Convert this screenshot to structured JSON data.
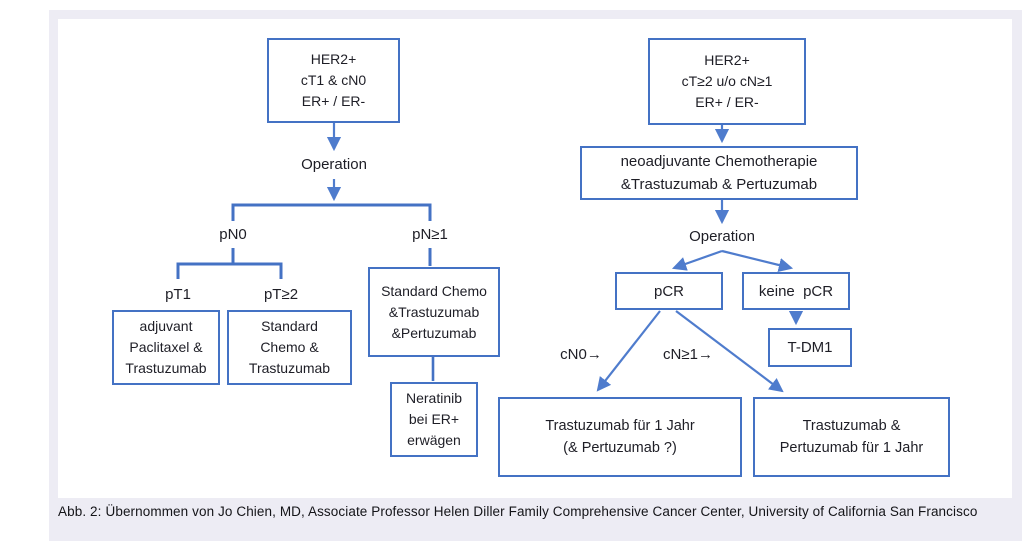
{
  "figure_caption": {
    "label": "Abb. 2:",
    "text": "Übernommen von Jo Chien, MD, Associate Professor Helen Diller Family Comprehensive Cancer Center, University of California San Francisco"
  },
  "colors": {
    "panel_bg": "#edecf4",
    "canvas_bg": "#ffffff",
    "box_border": "#4472c4",
    "connector_blue": "#4f7ccd",
    "text": "#1e1e26"
  },
  "nodes": {
    "her2_ct1": {
      "text": "HER2+\ncT1 & cN0\nER+ / ER-"
    },
    "adjuvant_paclitaxel": {
      "text": "adjuvant\nPaclitaxel &\nTrastuzumab"
    },
    "standard_chemo": {
      "text": "Standard\nChemo &\nTrastuzumab"
    },
    "standard_chemo_pertuzumab": {
      "text": "Standard Chemo\n&Trastuzumab\n&Pertuzumab"
    },
    "neratinib": {
      "text": "Neratinib\nbei ER+\nerwägen"
    },
    "her2_ct2": {
      "text": "HER2+\ncT≥2 u/o cN≥1\nER+ / ER-"
    },
    "neoadjuvant": {
      "text": "neoadjuvante Chemotherapie\n&Trastuzumab & Pertuzumab"
    },
    "pcr": {
      "text": "pCR"
    },
    "keine_pcr": {
      "text": "keine  pCR"
    },
    "tdm1": {
      "text": "T-DM1"
    },
    "trastuzumab_1_jahr": {
      "text": "Trastuzumab für 1 Jahr\n(& Pertuzumab ?)"
    },
    "trastuzumab_pertuzumab_1_jahr": {
      "text": "Trastuzumab &\nPertuzumab für 1 Jahr"
    }
  },
  "labels": {
    "operation_left": "Operation",
    "operation_right": "Operation",
    "pn0": "pN0",
    "pn_ge1": "pN≥1",
    "pt1": "pT1",
    "pt_ge2": "pT≥2",
    "cn0": "cN0→",
    "cn_ge1": "cN≥1→"
  },
  "edges": [
    {
      "from": "her2_ct1",
      "to": "operation_left",
      "arrow": true
    },
    {
      "from": "operation_left",
      "to": "pn_branch",
      "arrow": true
    },
    {
      "from": "pn_branch",
      "to": "pn0",
      "arrow": false
    },
    {
      "from": "pn_branch",
      "to": "pn_ge1",
      "arrow": false
    },
    {
      "from": "pn0",
      "to": "pt1",
      "arrow": false
    },
    {
      "from": "pn0",
      "to": "pt_ge2",
      "arrow": false
    },
    {
      "from": "pt1",
      "to": "adjuvant_paclitaxel",
      "arrow": false
    },
    {
      "from": "pt_ge2",
      "to": "standard_chemo",
      "arrow": false
    },
    {
      "from": "pn_ge1",
      "to": "standard_chemo_pertuzumab",
      "arrow": false
    },
    {
      "from": "standard_chemo_pertuzumab",
      "to": "neratinib",
      "arrow": false
    },
    {
      "from": "her2_ct2",
      "to": "neoadjuvant",
      "arrow": true
    },
    {
      "from": "neoadjuvant",
      "to": "operation_right",
      "arrow": true
    },
    {
      "from": "operation_right",
      "to": "pcr",
      "arrow": true
    },
    {
      "from": "operation_right",
      "to": "keine_pcr",
      "arrow": true
    },
    {
      "from": "keine_pcr",
      "to": "tdm1",
      "arrow": true
    },
    {
      "from": "pcr",
      "to": "trastuzumab_1_jahr",
      "via": "cN0",
      "arrow": true
    },
    {
      "from": "pcr",
      "to": "trastuzumab_pertuzumab_1_jahr",
      "via": "cN≥1",
      "arrow": true
    }
  ]
}
